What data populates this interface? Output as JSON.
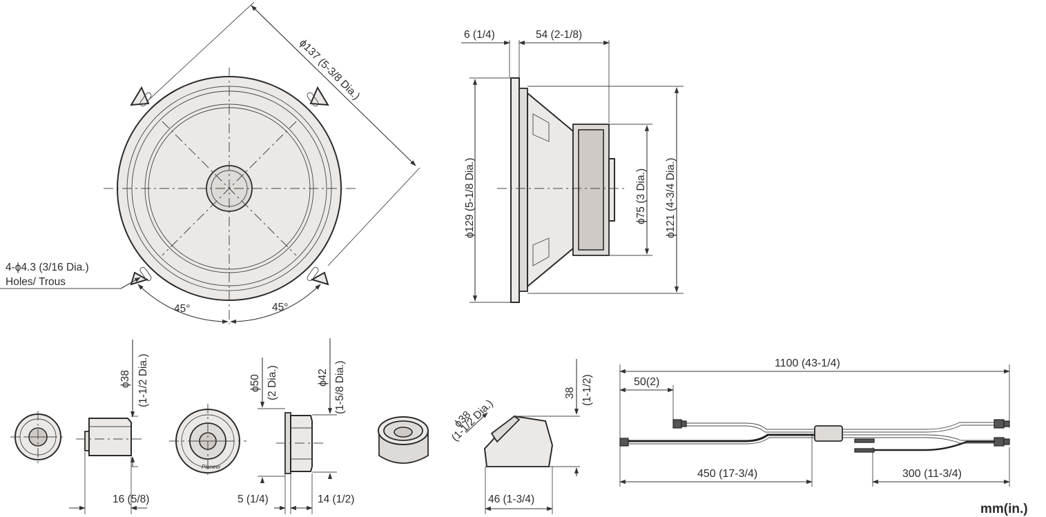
{
  "units_label": "mm(in.)",
  "woofer_front": {
    "diameter_outer": "ϕ137 (5-3/8 Dia.)",
    "holes_line1": "4-ϕ4.3 (3/16 Dia.)",
    "holes_line2": "Holes/ Trous",
    "angle_left": "45°",
    "angle_right": "45°"
  },
  "woofer_side": {
    "flange_depth": "6 (1/4)",
    "mount_depth": "54 (2-1/8)",
    "mount_diameter": "ϕ129 (5-1/8 Dia.)",
    "magnet_diameter": "ϕ75 (3 Dia.)",
    "cutout_diameter": "ϕ121 (4-3/4 Dia.)"
  },
  "tweeter_a": {
    "diameter_line1": "ϕ38",
    "diameter_line2": "(1-1/2 Dia.)",
    "depth": "16 (5/8)"
  },
  "tweeter_b": {
    "diameter_line1": "ϕ50",
    "diameter_line2": "(2 Dia.)",
    "diameter2_line1": "ϕ42",
    "diameter2_line2": "(1-5/8 Dia.)",
    "depth_front": "5 (1/4)",
    "depth_back": "14 (1/2)",
    "brand": "Pioneer"
  },
  "tweeter_angled": {
    "diameter_line1": "ϕ38",
    "diameter_line2": "(1-1/2 Dia.)",
    "height_line1": "38",
    "height_line2": "(1-1/2)",
    "depth": "46 (1-3/4)"
  },
  "cable": {
    "total_length": "1100 (43-1/4)",
    "lead_length": "50(2)",
    "left_length": "450 (17-3/4)",
    "right_length": "300 (11-3/4)"
  }
}
